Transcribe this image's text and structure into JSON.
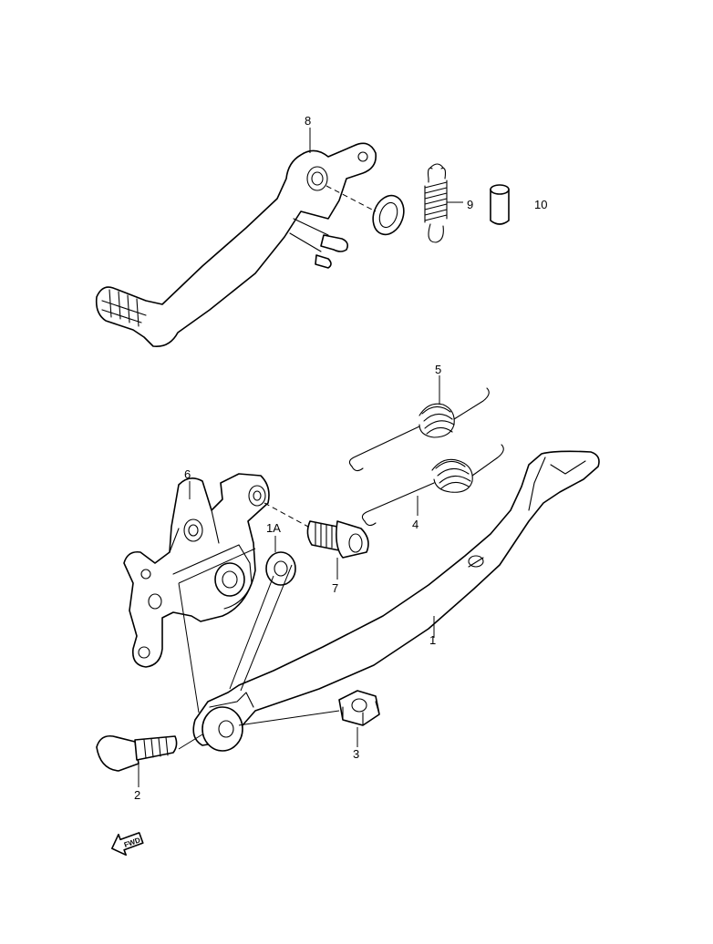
{
  "callouts": {
    "p1": "1",
    "p1a": "1A",
    "p2": "2",
    "p3": "3",
    "p4": "4",
    "p5": "5",
    "p6": "6",
    "p7": "7",
    "p8": "8",
    "p9": "9",
    "p10": "10"
  },
  "fwd_badge": "FWD",
  "icons": [
    "forward-arrow-icon"
  ],
  "colors": {
    "line": "#000000",
    "background": "#ffffff"
  }
}
